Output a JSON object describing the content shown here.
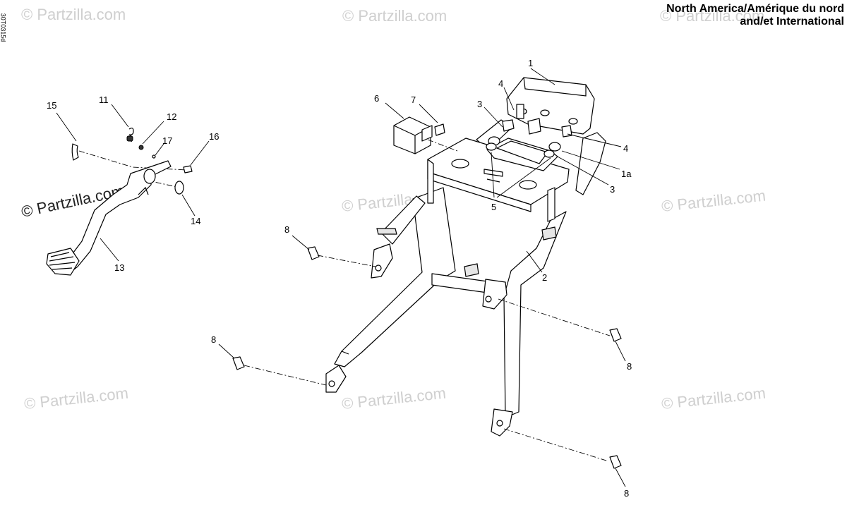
{
  "header": {
    "region_line1": "North America/Amérique du nord",
    "region_line2": "and/et International",
    "side_code": "30T0315d"
  },
  "watermark": {
    "text": "© Partzilla.com"
  },
  "callouts": {
    "c1": "1",
    "c1a": "1a",
    "c2": "2",
    "c3a": "3",
    "c3b": "3",
    "c4a": "4",
    "c4b": "4",
    "c5": "5",
    "c6": "6",
    "c7": "7",
    "c8a": "8",
    "c8b": "8",
    "c8c": "8",
    "c8d": "8",
    "c11": "11",
    "c12": "12",
    "c13": "13",
    "c14": "14",
    "c15": "15",
    "c16": "16",
    "c17": "17"
  }
}
